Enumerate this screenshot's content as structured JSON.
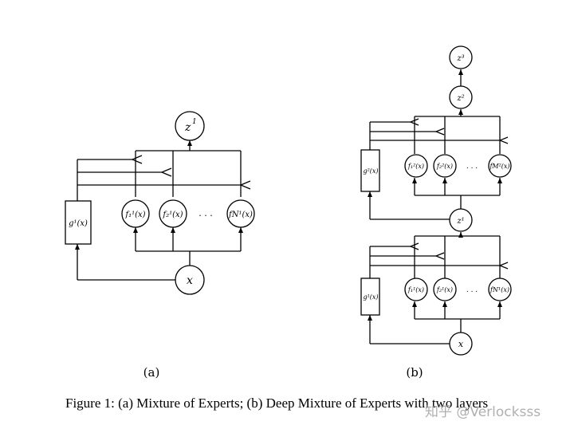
{
  "figure": {
    "panel_a": {
      "panel_label": "(a)",
      "output": "z",
      "output_sup": "1",
      "input": "x",
      "gate": "g¹(x)",
      "experts": [
        "f₁¹(x)",
        "f₂¹(x)",
        "fN¹(x)"
      ],
      "ellipsis": ". . ."
    },
    "panel_b": {
      "panel_label": "(b)",
      "top_output": "z³",
      "mid_output": "z²",
      "layer1_output": "z¹",
      "input": "x",
      "gate_top": "g²(x)",
      "gate_bottom": "g¹(x)",
      "experts_top": [
        "f₁²(x)",
        "f₂²(x)",
        "fM²(x)"
      ],
      "experts_bottom": [
        "f₁¹(x)",
        "f₂¹(x)",
        "fN¹(x)"
      ],
      "ellipsis": ". . ."
    },
    "caption": "Figure 1:  (a) Mixture of Experts; (b) Deep Mixture of Experts with two layers",
    "watermark": "知乎 @Verlocksss"
  }
}
